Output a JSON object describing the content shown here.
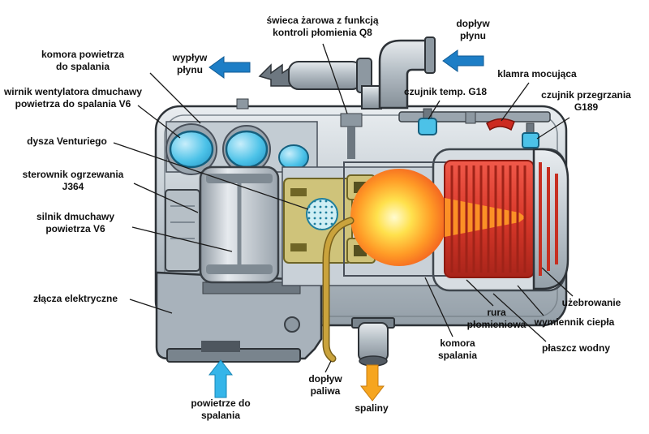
{
  "title": "Schemat przekroju ogrzewacza postojowego (nagrzewnicy) z polskimi opisami",
  "labels": {
    "air_chamber": "komora powietrza\ndo spalania",
    "coolant_out": "wypływ\npłynu",
    "glow_plug": "świeca żarowa z funkcją\nkontroli płomienia Q8",
    "coolant_in": "dopływ\npłynu",
    "temp_sensor": "czujnik temp. G18",
    "clamp": "klamra mocująca",
    "overheat_sensor": "czujnik przegrzania\nG189",
    "fan_impeller": "wirnik wentylatora dmuchawy\npowietrza do spalania V6",
    "venturi": "dysza Venturiego",
    "controller": "sterownik ogrzewania\nJ364",
    "blower_motor": "silnik dmuchawy\npowietrza V6",
    "connectors": "złącza elektryczne",
    "fins": "użebrowanie",
    "heat_exchanger": "wymiennik ciepła",
    "water_jacket": "płaszcz wodny",
    "flame_tube": "rura\npłomieniowa",
    "combustion_chamber": "komora\nspalania",
    "fuel_in": "dopływ\npaliwa",
    "exhaust": "spaliny",
    "combustion_air": "powietrze do\nspalania"
  },
  "colors": {
    "arrow_blue": "#1d7ec6",
    "arrow_cyan": "#35b5e9",
    "arrow_orange": "#f6a51f",
    "fan_blue": "#4cc2e8",
    "sensor_blue": "#4cc2e8",
    "clamp_red": "#cc2a20",
    "heat_exchanger_red": "#d8382a",
    "flame_orange": "#ff9a26",
    "fuel_yellow": "#caa33c",
    "metal_grey": "#b9c2c9"
  }
}
